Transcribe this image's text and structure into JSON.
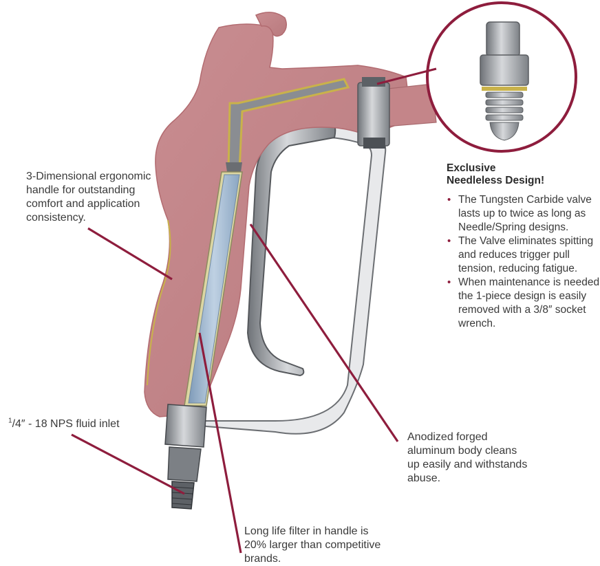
{
  "colors": {
    "accent": "#8e1d3d",
    "body_cutaway": "#c48589",
    "filter": "#9db6d0",
    "metal": "#9a9da2",
    "brass_edge": "#c9b24a"
  },
  "valve_callout": {
    "title_line1": "Exclusive",
    "title_line2": "Needleless Design!",
    "bullets": [
      "The Tungsten Carbide valve lasts up to twice as long as Needle/Spring designs.",
      "The Valve eliminates spitting and reduces trigger pull tension, reducing fatigue.",
      "When maintenance is needed the 1-piece design is easily removed with a 3/8″ socket wrench."
    ]
  },
  "callouts": {
    "handle": "3-Dimensional ergonomic handle for outstanding comfort and application consistency.",
    "inlet": "1/4″ - 18 NPS fluid inlet",
    "body": "Anodized forged aluminum body cleans up easily and withstands abuse.",
    "filter": "Long life filter in handle is 20% larger than competitive brands."
  }
}
